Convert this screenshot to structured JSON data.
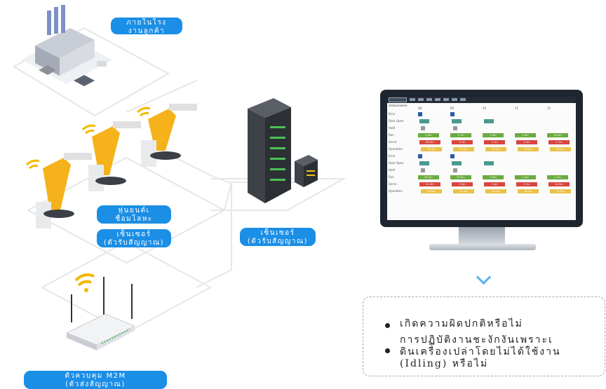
{
  "labels": {
    "factory": [
      "ภายในโรง",
      "งานลูกค้า"
    ],
    "robot": [
      "หุ่นยนต์เ",
      "ชื่อมโลหะ"
    ],
    "sensor_left": [
      "เซ็นเซอร์",
      "(ตัวรับสัญญาณ)"
    ],
    "sensor_server": [
      "เซ็นเซอร์",
      "(ตัวรับสัญญาณ)"
    ],
    "router": [
      "ตัวควบคุม M2M",
      "(ตัวส่งสัญญาณ)"
    ]
  },
  "dashboard": {
    "subtitle": "statusname",
    "hours": [
      "08",
      "09",
      "10",
      "11",
      "12"
    ],
    "rows": [
      "Error",
      "Door Open",
      "Hold",
      "Run",
      "Servo",
      "Operation",
      "Error",
      "Door Open",
      "Hold",
      "Run",
      "Servo",
      "Operation"
    ],
    "segment_labels": [
      "5.4m",
      "1.7m",
      "1.6m",
      "1.6m",
      "14.4m",
      "60.0m",
      "5.7m",
      "1.7m",
      "1.5m",
      "1.7m",
      "38.3m",
      "57.4m",
      "31.5m",
      "57.4m",
      "51.5m",
      "60.0m",
      "55.5m",
      "0.9m",
      "1.4m",
      "1.7m",
      "41.9m",
      "3.3m",
      "1.4m",
      "5.7m",
      "14.9m",
      "42.0m",
      "12.3m",
      "52.0m",
      "33.0m",
      "53.5m",
      "57.0m",
      "44.6m"
    ]
  },
  "notes": [
    {
      "lines": [
        "เกิดความผิดปกติหรือไม่"
      ]
    },
    {
      "lines": [
        "การปฏิบัติงานชะงักงันเพราะเ",
        "ดินเครื่องเปล่าโดยไม่ได้ใช้งาน",
        "(Idling) หรือไม่"
      ]
    }
  ],
  "colors": {
    "accent": "#1b8ee6",
    "run": "#6aab3e",
    "servo": "#d9453e",
    "operation": "#eac24a",
    "door_open": "#4a9a8f",
    "error": "#2d5aa8"
  }
}
